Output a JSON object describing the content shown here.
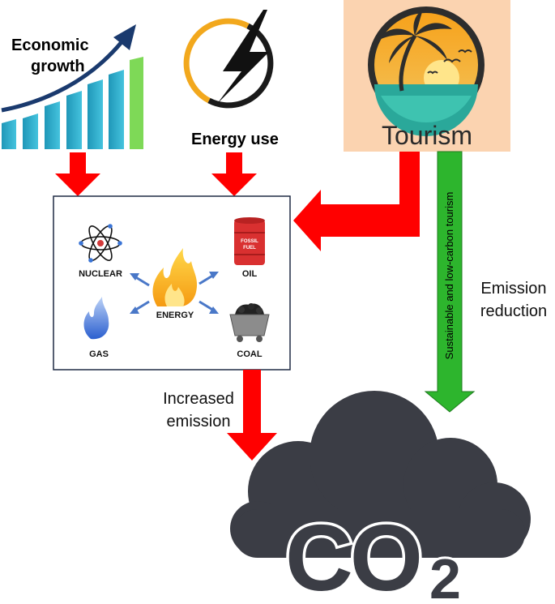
{
  "nodes": {
    "economic_growth": {
      "line1": "Economic",
      "line2": "growth"
    },
    "energy_use": {
      "label": "Energy use"
    },
    "tourism": {
      "label": "Tourism"
    },
    "energy_box": {
      "nuclear": "NUCLEAR",
      "oil": "OIL",
      "oil_barrel_text_1": "FOSSIL",
      "oil_barrel_text_2": "FUEL",
      "energy": "ENERGY",
      "gas": "GAS",
      "coal": "COAL"
    },
    "co2": {
      "letters": "CO",
      "subscript": "2"
    }
  },
  "edges": {
    "increased_emission": {
      "line1": "Increased",
      "line2": "emission"
    },
    "emission_reduction": {
      "line1": "Emission",
      "line2": "reduction"
    },
    "sustainable_tourism": {
      "label": "Sustainable and low-carbon tourism"
    }
  },
  "colors": {
    "arrow_red": "#ff0000",
    "arrow_green": "#2db52d",
    "tourism_bg": "#fbd3b0",
    "cloud": "#3b3d45",
    "energy_arrows": "#4a78c8",
    "oil_barrel": "#d93030",
    "bar_teal": "#29a9c7",
    "bar_green": "#7ed957",
    "growth_arrow": "#1a3a6e"
  }
}
